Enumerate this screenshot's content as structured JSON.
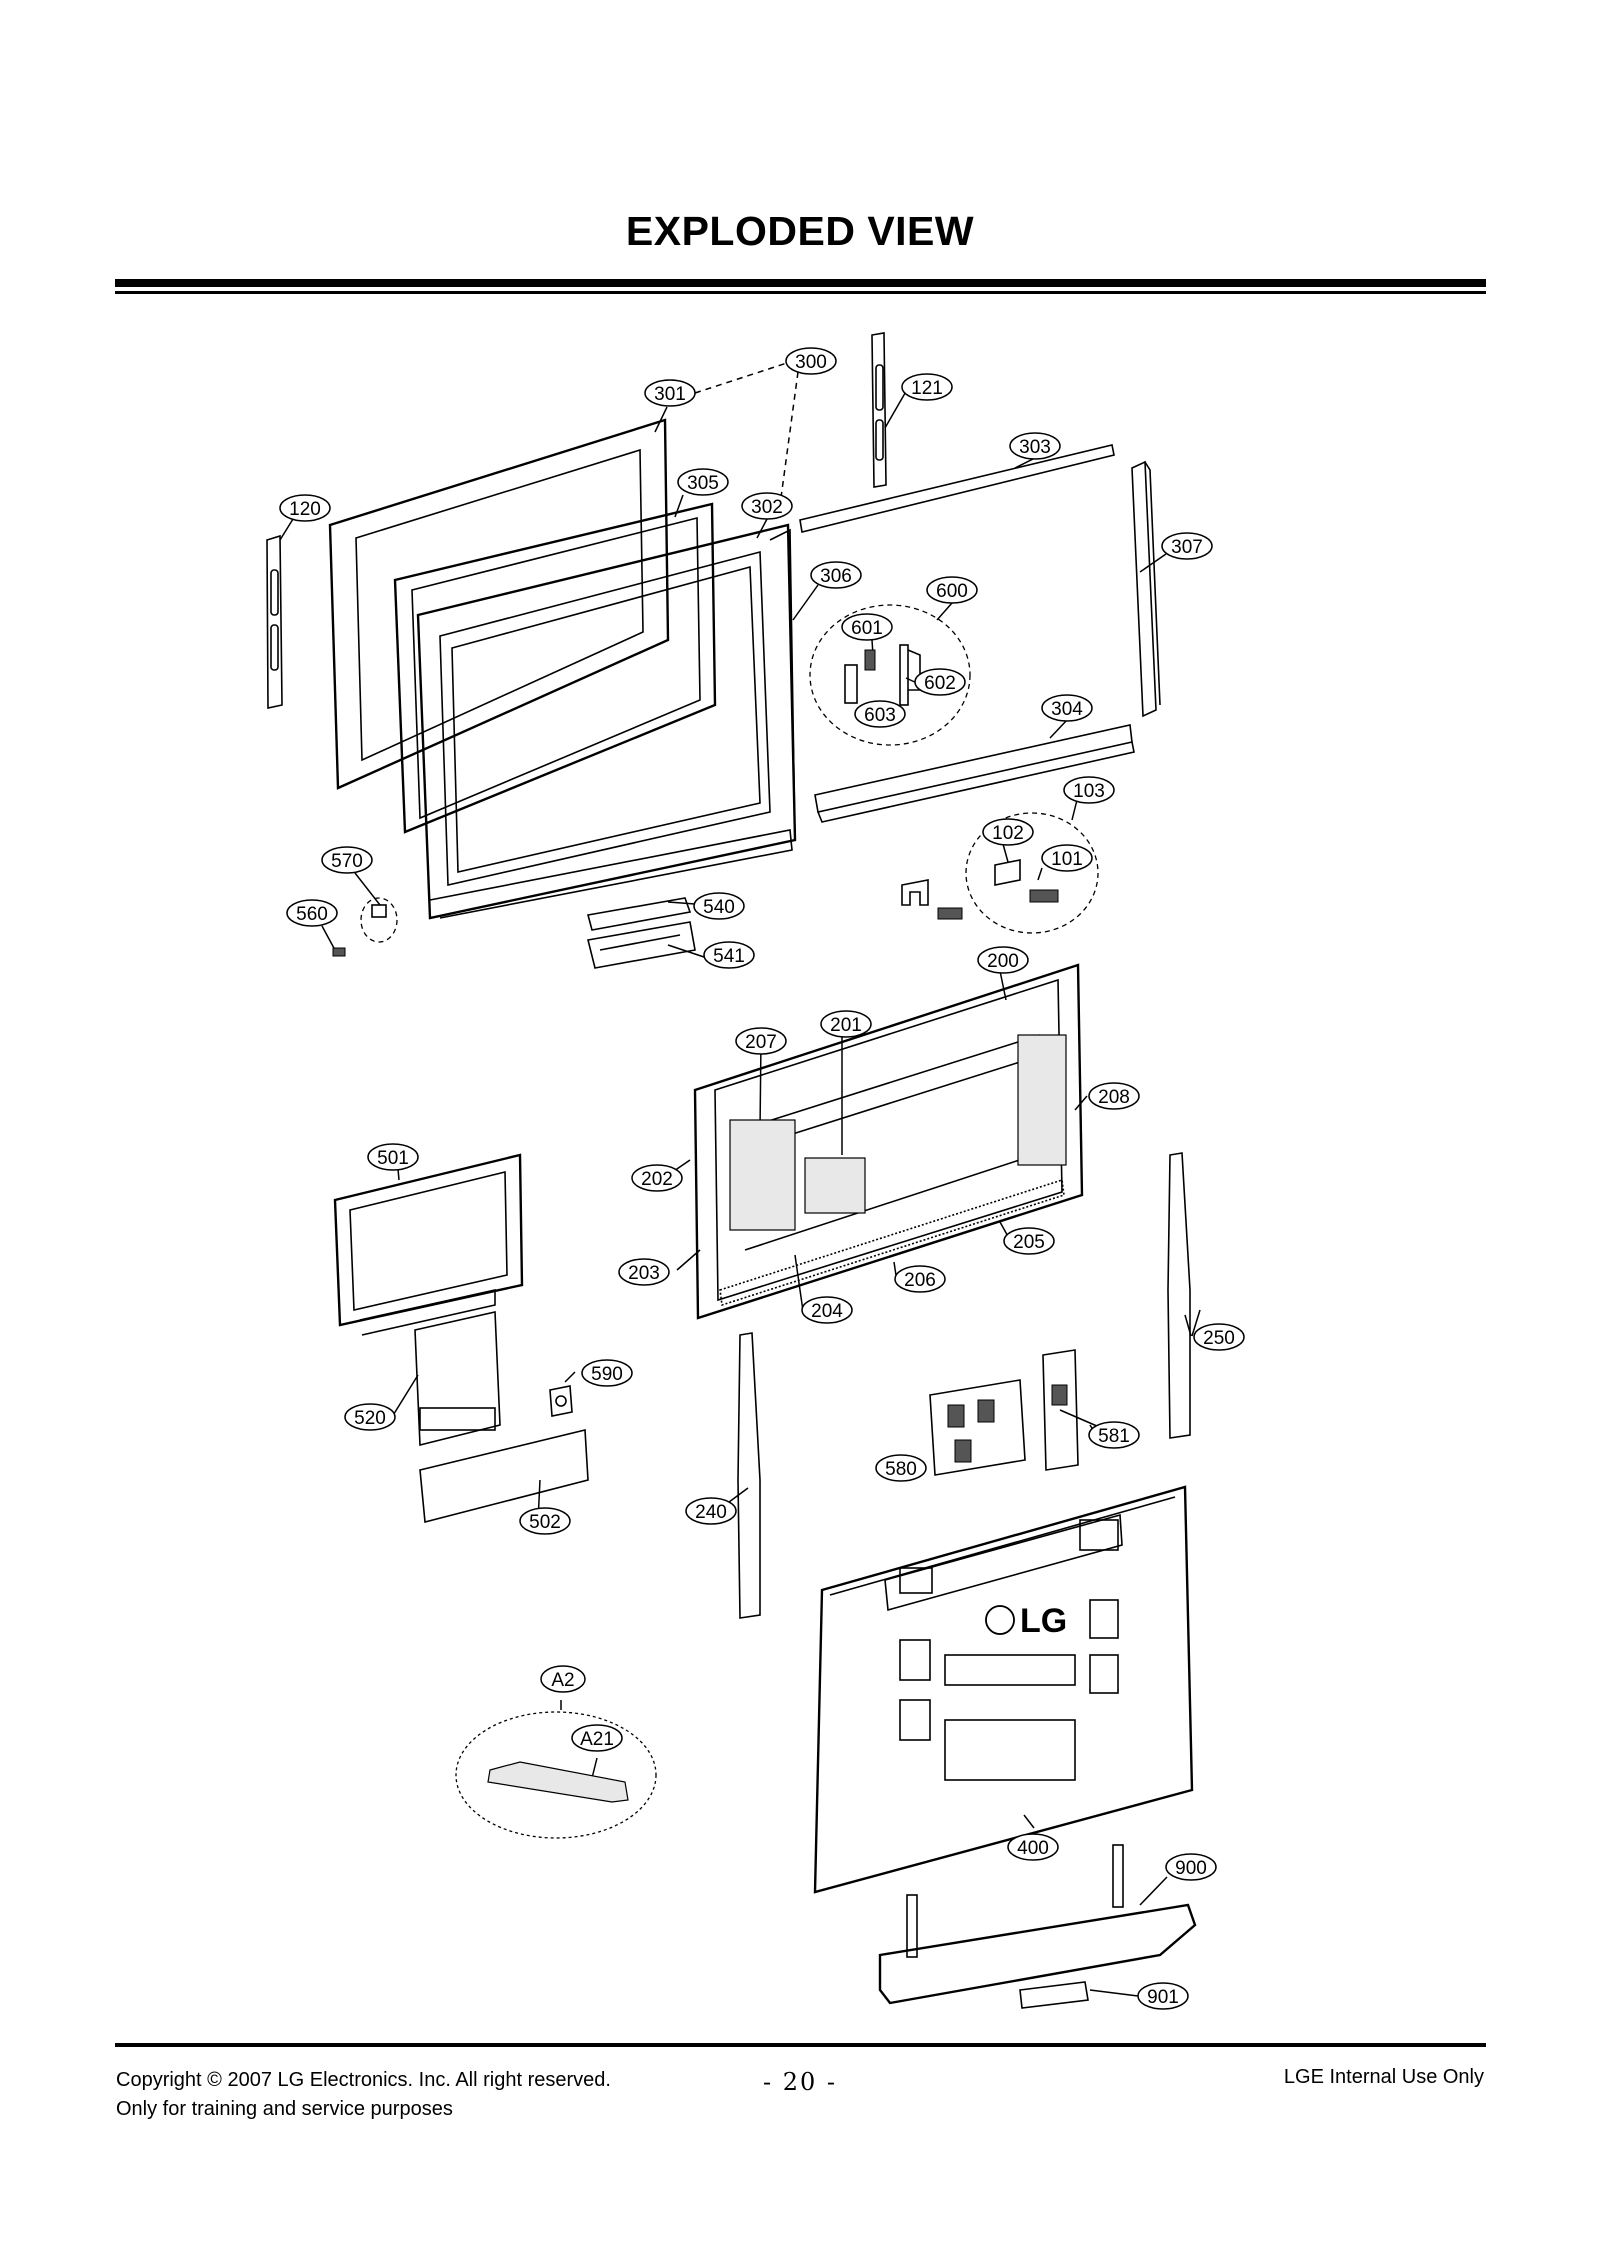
{
  "header": {
    "title": "EXPLODED VIEW"
  },
  "logo": {
    "text": "LG"
  },
  "callouts": [
    {
      "id": "300",
      "label": "300"
    },
    {
      "id": "301",
      "label": "301"
    },
    {
      "id": "121",
      "label": "121"
    },
    {
      "id": "303",
      "label": "303"
    },
    {
      "id": "305",
      "label": "305"
    },
    {
      "id": "302",
      "label": "302"
    },
    {
      "id": "120",
      "label": "120"
    },
    {
      "id": "307",
      "label": "307"
    },
    {
      "id": "306",
      "label": "306"
    },
    {
      "id": "600",
      "label": "600"
    },
    {
      "id": "601",
      "label": "601"
    },
    {
      "id": "602",
      "label": "602"
    },
    {
      "id": "603",
      "label": "603"
    },
    {
      "id": "304",
      "label": "304"
    },
    {
      "id": "103",
      "label": "103"
    },
    {
      "id": "102",
      "label": "102"
    },
    {
      "id": "101",
      "label": "101"
    },
    {
      "id": "570",
      "label": "570"
    },
    {
      "id": "560",
      "label": "560"
    },
    {
      "id": "540",
      "label": "540"
    },
    {
      "id": "541",
      "label": "541"
    },
    {
      "id": "200",
      "label": "200"
    },
    {
      "id": "201",
      "label": "201"
    },
    {
      "id": "207",
      "label": "207"
    },
    {
      "id": "208",
      "label": "208"
    },
    {
      "id": "501",
      "label": "501"
    },
    {
      "id": "202",
      "label": "202"
    },
    {
      "id": "205",
      "label": "205"
    },
    {
      "id": "203",
      "label": "203"
    },
    {
      "id": "206",
      "label": "206"
    },
    {
      "id": "204",
      "label": "204"
    },
    {
      "id": "250",
      "label": "250"
    },
    {
      "id": "590",
      "label": "590"
    },
    {
      "id": "520",
      "label": "520"
    },
    {
      "id": "581",
      "label": "581"
    },
    {
      "id": "580",
      "label": "580"
    },
    {
      "id": "502",
      "label": "502"
    },
    {
      "id": "240",
      "label": "240"
    },
    {
      "id": "A2",
      "label": "A2"
    },
    {
      "id": "A21",
      "label": "A21"
    },
    {
      "id": "400",
      "label": "400"
    },
    {
      "id": "900",
      "label": "900"
    },
    {
      "id": "901",
      "label": "901"
    }
  ],
  "footer": {
    "copyright": "Copyright © 2007 LG Electronics. Inc. All right reserved.",
    "purpose": "Only for training and service purposes",
    "page_number": "- 20 -",
    "classification": "LGE Internal Use Only"
  }
}
